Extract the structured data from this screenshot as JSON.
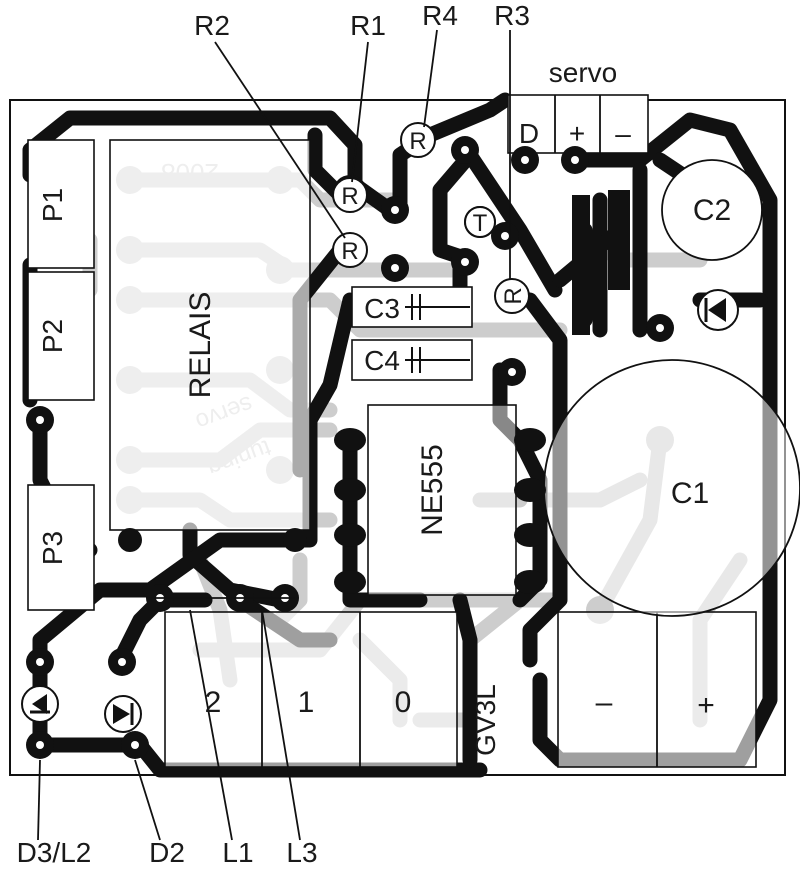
{
  "labels": {
    "r1": "R1",
    "r2": "R2",
    "r3": "R3",
    "r4": "R4",
    "servo": "servo",
    "servo_d": "D",
    "servo_plus": "+",
    "servo_minus": "–",
    "p1": "P1",
    "p2": "P2",
    "p3": "P3",
    "relais": "RELAIS",
    "r_mark": "R",
    "t_mark": "T",
    "c1": "C1",
    "c2": "C2",
    "c3": "C3",
    "c4": "C4",
    "ne555": "NE555",
    "term_2": "2",
    "term_1": "1",
    "term_0": "0",
    "term_minus": "–",
    "term_plus": "+",
    "rev_text": "GV3L",
    "d3l2": "D3/L2",
    "d2": "D2",
    "l1": "L1",
    "l3": "L3"
  },
  "ghost_text": {
    "year": "2008",
    "servo": "servo",
    "tuning": "tuning"
  },
  "colors": {
    "copper_top": "#111111",
    "copper_bottom": "#cdcdcd",
    "background": "#ffffff"
  }
}
